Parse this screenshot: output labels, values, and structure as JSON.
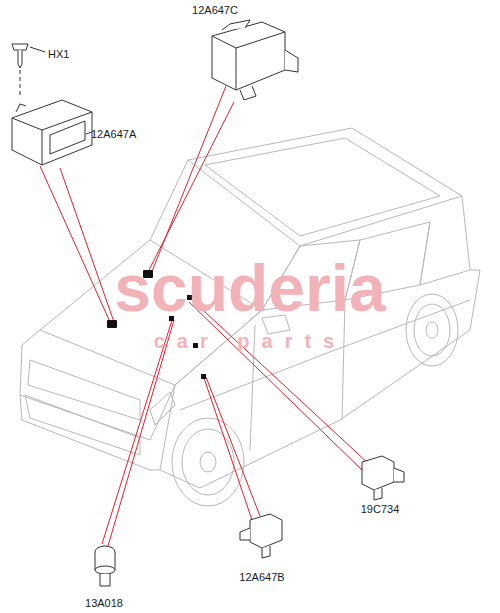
{
  "diagram": {
    "labels": [
      "12A647C",
      "HX1",
      "12A647A",
      "19C734",
      "12A647B",
      "13A018",
      "scuderia",
      "car parts"
    ]
  }
}
